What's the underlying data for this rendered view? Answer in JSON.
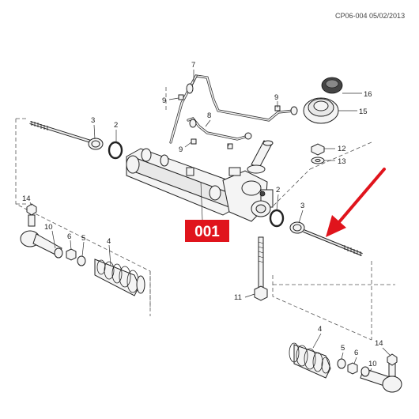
{
  "header": {
    "code": "CP06-004 05/02/2013"
  },
  "callout": {
    "label": "001",
    "box_color": "#e0141c",
    "arrow_color": "#e0141c"
  },
  "labels": {
    "n7": "7",
    "n9a": "9",
    "n9b": "9",
    "n9c": "9",
    "n8": "8",
    "n16": "16",
    "n15": "15",
    "n12": "12",
    "n13": "13",
    "n3a": "3",
    "n2a": "2",
    "n2b": "2",
    "n3b": "3",
    "n14a": "14",
    "n10a": "10",
    "n6a": "6",
    "n5a": "5",
    "n4a": "4",
    "n11": "11",
    "n4b": "4",
    "n5b": "5",
    "n6b": "6",
    "n14b": "14",
    "n10b": "10"
  }
}
